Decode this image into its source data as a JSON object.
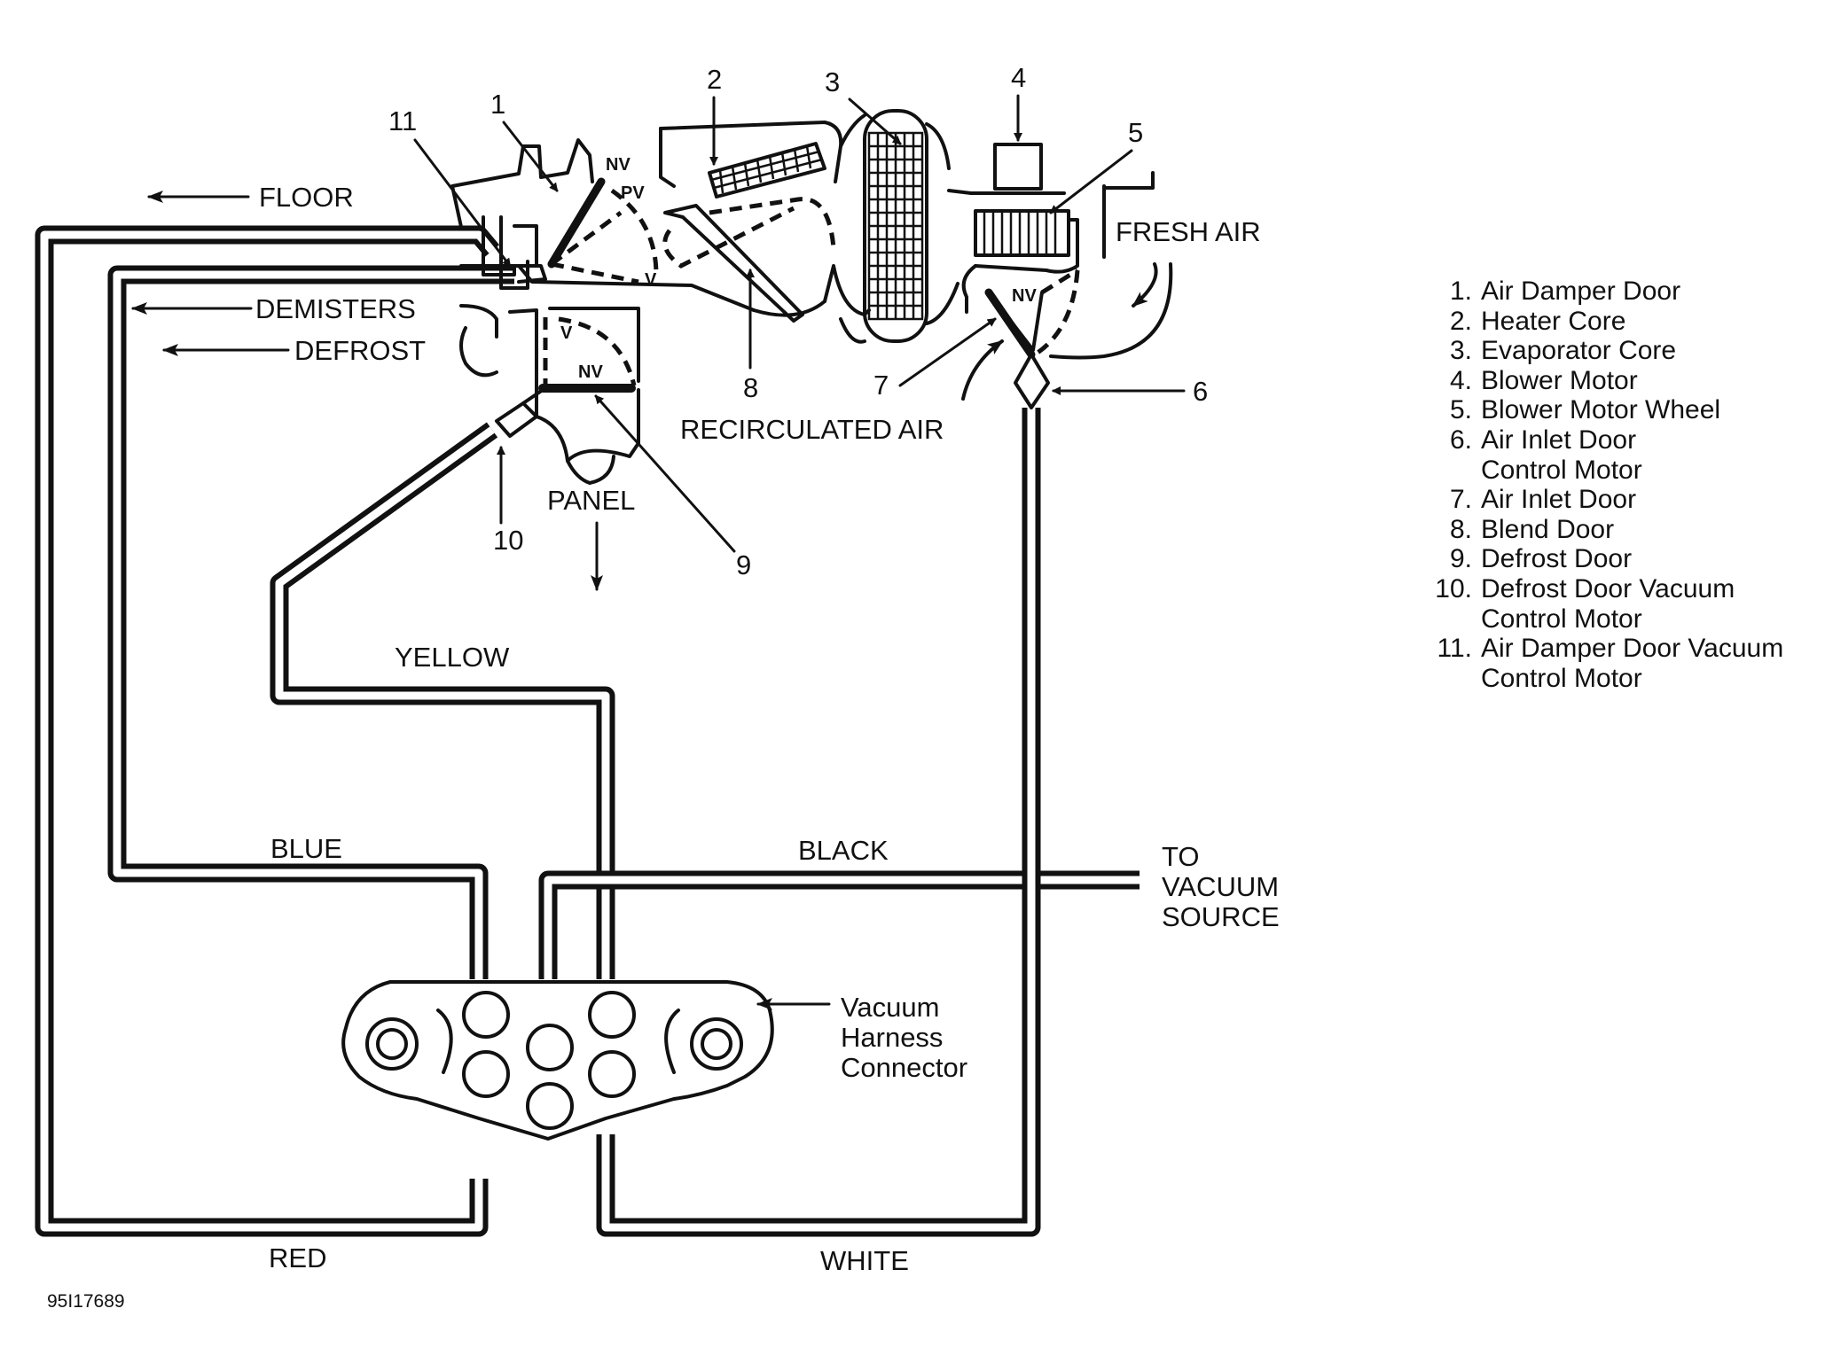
{
  "airflow_labels": {
    "floor": "FLOOR",
    "demisters": "DEMISTERS",
    "defrost": "DEFROST",
    "panel": "PANEL",
    "fresh_air": "FRESH AIR",
    "recirculated_air": "RECIRCULATED AIR"
  },
  "door_positions": {
    "nv_top": "NV",
    "pv": "PV",
    "v_upper": "V",
    "v_lower": "V",
    "nv_lower": "NV",
    "nv_inlet": "NV"
  },
  "hose_colors": {
    "yellow": "YELLOW",
    "blue": "BLUE",
    "black": "BLACK",
    "red": "RED",
    "white": "WHITE"
  },
  "vacuum_source": [
    "TO",
    "VACUUM",
    "SOURCE"
  ],
  "connector_label": [
    "Vacuum",
    "Harness",
    "Connector"
  ],
  "callout_numbers": [
    "1",
    "2",
    "3",
    "4",
    "5",
    "6",
    "7",
    "8",
    "9",
    "10",
    "11"
  ],
  "legend": [
    {
      "n": "1.",
      "text": "Air Damper Door"
    },
    {
      "n": "2.",
      "text": "Heater Core"
    },
    {
      "n": "3.",
      "text": "Evaporator Core"
    },
    {
      "n": "4.",
      "text": "Blower Motor"
    },
    {
      "n": "5.",
      "text": "Blower Motor Wheel"
    },
    {
      "n": "6.",
      "text": "Air Inlet Door\nControl Motor"
    },
    {
      "n": "7.",
      "text": "Air Inlet Door"
    },
    {
      "n": "8.",
      "text": "Blend Door"
    },
    {
      "n": "9.",
      "text": "Defrost Door"
    },
    {
      "n": "10.",
      "text": "Defrost Door Vacuum\nControl Motor"
    },
    {
      "n": "11.",
      "text": "Air Damper Door Vacuum\nControl Motor"
    }
  ],
  "figure_code": "95I17689"
}
